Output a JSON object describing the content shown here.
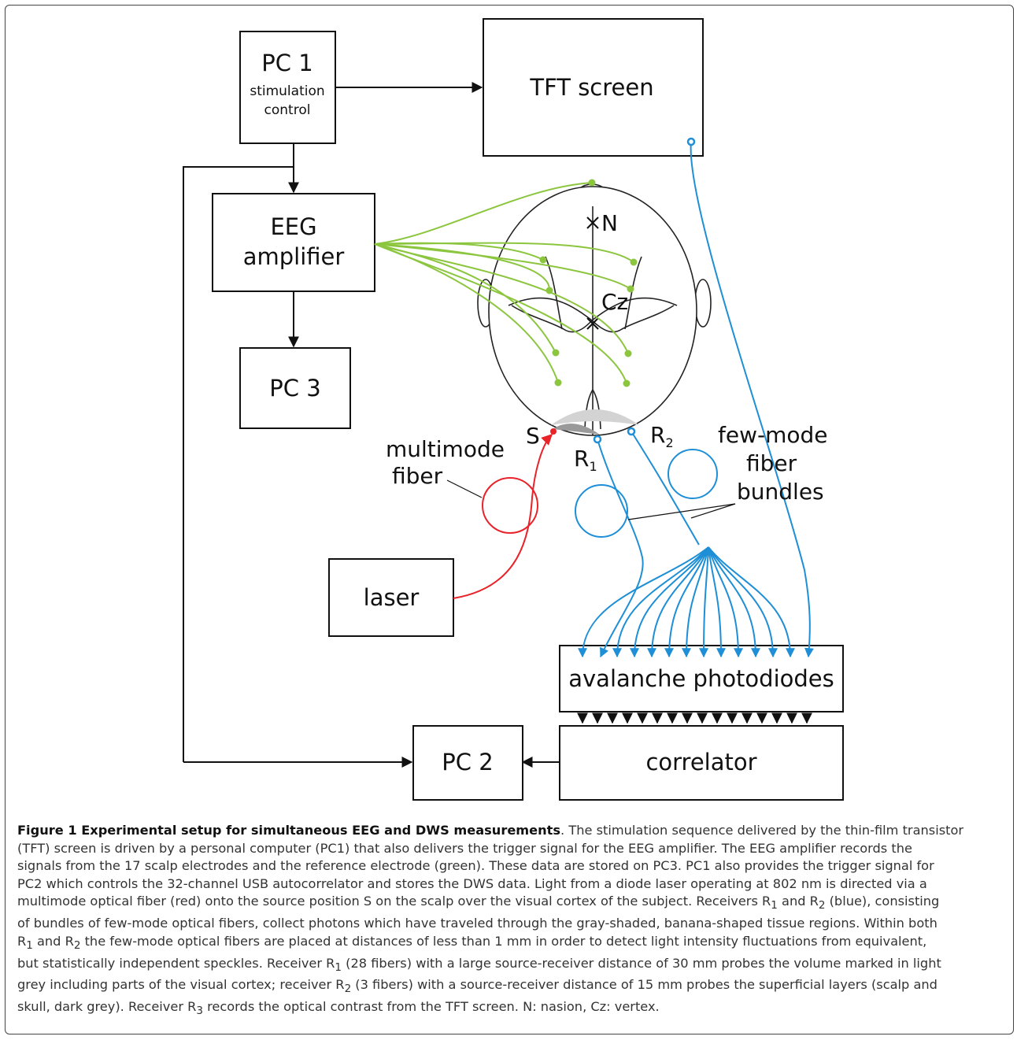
{
  "boxes": {
    "pc1_title": "PC 1",
    "pc1_line1": "stimulation",
    "pc1_line2": "control",
    "tft": "TFT screen",
    "eeg_line1": "EEG",
    "eeg_line2": "amplifier",
    "pc3": "PC 3",
    "laser": "laser",
    "apd": "avalanche photodiodes",
    "correlator": "correlator",
    "pc2": "PC 2"
  },
  "labels": {
    "nasion": "N",
    "vertex": "Cz",
    "source": "S",
    "r1": "R",
    "r1_sub": "1",
    "r2": "R",
    "r2_sub": "2",
    "multimode_1": "multimode",
    "multimode_2": "fiber",
    "fewmode_1": "few-mode",
    "fewmode_2": "fiber",
    "fewmode_3": "bundles"
  },
  "colors": {
    "green": "#8cc63f",
    "red": "#e8232a",
    "blue": "#1e8fd6"
  },
  "caption": {
    "title": "Figure 1 Experimental setup for simultaneous EEG and DWS measurements",
    "line1": ". The stimulation sequence delivered by the thin-film transistor",
    "line2": "(TFT) screen is driven by a personal computer (PC1) that also delivers the trigger signal for the EEG amplifier. The EEG amplifier records the",
    "line3": "signals from the 17 scalp electrodes and the reference electrode (green). These data are stored on PC3. PC1 also provides the trigger signal for",
    "line4": "PC2 which controls the 32-channel USB autocorrelator and stores the DWS data. Light from a diode laser operating at 802 nm is directed via a",
    "line5": "multimode optical fiber (red) onto the source position S on the scalp over the visual cortex of the subject. Receivers R",
    "line5_sub1": "1",
    "line5_mid": " and R",
    "line5_sub2": "2",
    "line5_end": " (blue), consisting",
    "line6": "of bundles of few-mode optical fibers, collect photons which have traveled through the gray-shaded, banana-shaped tissue regions. Within both",
    "line7_a": "R",
    "line7_sub1": "1",
    "line7_b": " and R",
    "line7_sub2": "2",
    "line7_c": " the few-mode optical fibers are placed at distances of less than 1 mm in order to detect light intensity fluctuations from equivalent,",
    "line8": "but statistically independent speckles. Receiver R",
    "line8_sub": "1",
    "line8_end": " (28 fibers) with a large source-receiver distance of 30 mm probes the volume marked in light",
    "line9_a": "grey including parts of the visual cortex; receiver R",
    "line9_sub": "2",
    "line9_b": " (3 fibers) with a source-receiver distance of 15 mm probes the superficial layers (scalp and",
    "line10_a": "skull, dark grey). Receiver R",
    "line10_sub": "3",
    "line10_b": " records the optical contrast from the TFT screen. N: nasion, Cz: vertex."
  }
}
